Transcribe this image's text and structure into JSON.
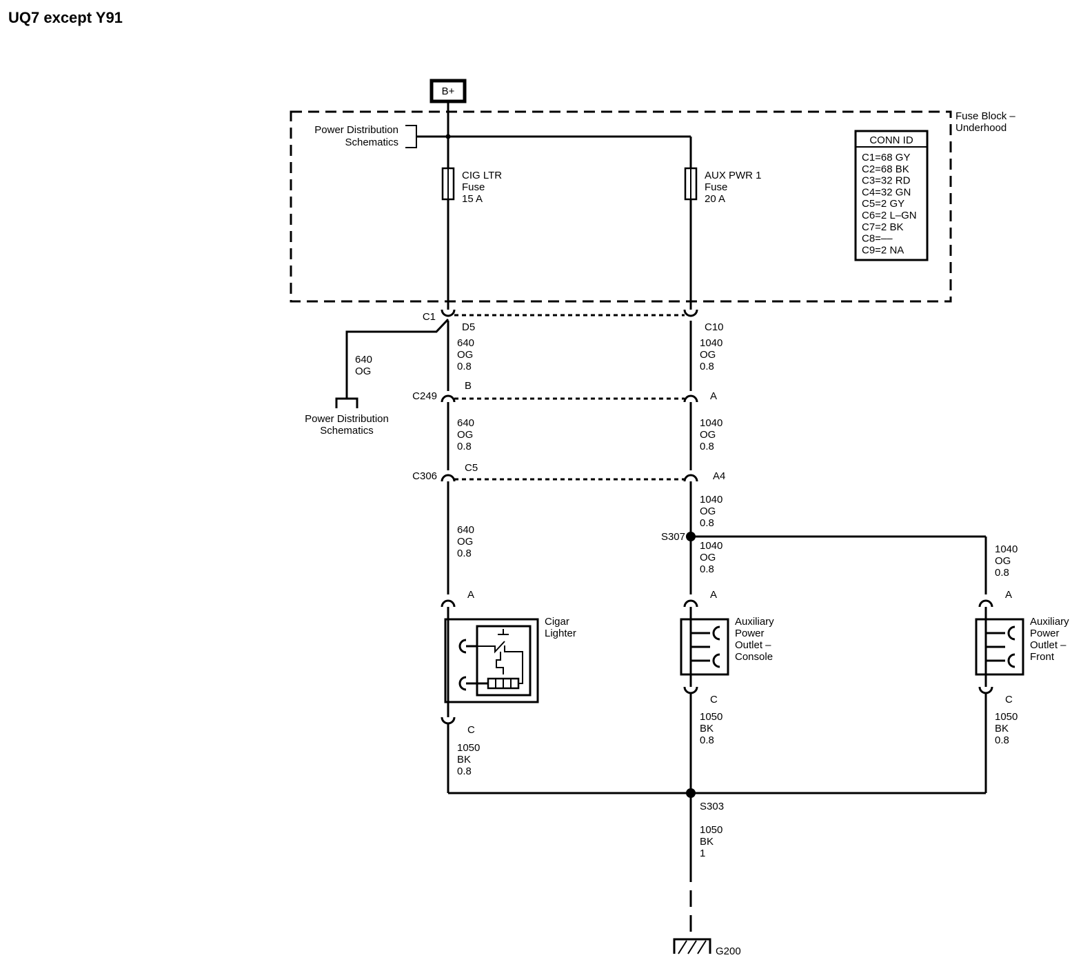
{
  "title": "UQ7 except Y91",
  "battery": "B+",
  "fuse_block": {
    "label_1": "Fuse Block –",
    "label_2": "Underhood"
  },
  "power_dist_top": {
    "line_1": "Power Distribution",
    "line_2": "Schematics"
  },
  "power_dist_left": {
    "line_1": "Power Distribution",
    "line_2": "Schematics"
  },
  "fuse_cig": {
    "name": "CIG LTR",
    "type": "Fuse",
    "rating": "15 A"
  },
  "fuse_aux": {
    "name": "AUX PWR 1",
    "type": "Fuse",
    "rating": "20 A"
  },
  "conn_id": {
    "header": "CONN ID",
    "rows": [
      "C1=68 GY",
      "C2=68 BK",
      "C3=32 RD",
      "C4=32 GN",
      "C5=2 GY",
      "C6=2 L–GN",
      "C7=2 BK",
      "C8=––",
      "C9=2 NA"
    ]
  },
  "connectors": {
    "c1": "C1",
    "d5": "D5",
    "c10": "C10",
    "c249": "C249",
    "b": "B",
    "a_c249": "A",
    "c306": "C306",
    "c5": "C5",
    "a4": "A4",
    "s307": "S307",
    "s303": "S303",
    "g200": "G200",
    "pin_a_cig": "A",
    "pin_c_cig": "C",
    "pin_a_con": "A",
    "pin_c_con": "C",
    "pin_a_front": "A",
    "pin_c_front": "C"
  },
  "wires": {
    "left_branch": {
      "circuit": "640",
      "color": "OG"
    },
    "cig_1": {
      "circuit": "640",
      "color": "OG",
      "size": "0.8"
    },
    "cig_2": {
      "circuit": "640",
      "color": "OG",
      "size": "0.8"
    },
    "cig_3": {
      "circuit": "640",
      "color": "OG",
      "size": "0.8"
    },
    "aux_1": {
      "circuit": "1040",
      "color": "OG",
      "size": "0.8"
    },
    "aux_2": {
      "circuit": "1040",
      "color": "OG",
      "size": "0.8"
    },
    "aux_3": {
      "circuit": "1040",
      "color": "OG",
      "size": "0.8"
    },
    "aux_4": {
      "circuit": "1040",
      "color": "OG",
      "size": "0.8"
    },
    "front": {
      "circuit": "1040",
      "color": "OG",
      "size": "0.8"
    },
    "gnd_cig": {
      "circuit": "1050",
      "color": "BK",
      "size": "0.8"
    },
    "gnd_con": {
      "circuit": "1050",
      "color": "BK",
      "size": "0.8"
    },
    "gnd_front": {
      "circuit": "1050",
      "color": "BK",
      "size": "0.8"
    },
    "gnd_main": {
      "circuit": "1050",
      "color": "BK",
      "size": "1"
    }
  },
  "components": {
    "cigar_lighter": {
      "line_1": "Cigar",
      "line_2": "Lighter"
    },
    "aux_console": {
      "line_1": "Auxiliary",
      "line_2": "Power",
      "line_3": "Outlet –",
      "line_4": "Console"
    },
    "aux_front": {
      "line_1": "Auxiliary",
      "line_2": "Power",
      "line_3": "Outlet –",
      "line_4": "Front"
    }
  }
}
